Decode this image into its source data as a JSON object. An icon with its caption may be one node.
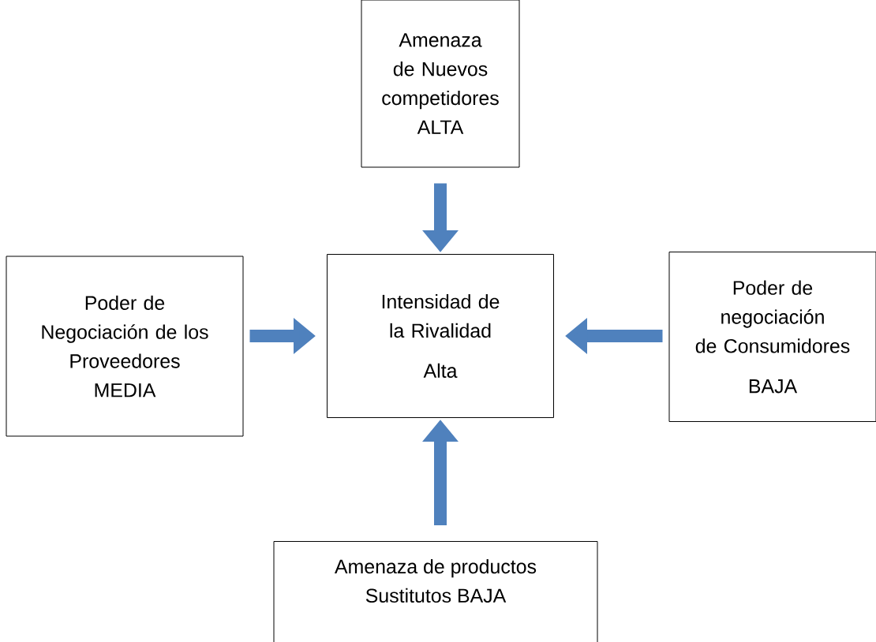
{
  "diagram": {
    "nodes": [
      {
        "text": [
          "Amenaza de Nuevos competidores ALTA"
        ]
      },
      {
        "text": [
          "Poder de Negociación de los Proveedores MEDIA"
        ]
      },
      {
        "text": [
          "Intensidad de la Rivalidad",
          "Alta"
        ]
      },
      {
        "text": [
          "Poder de negociación de Consumidores",
          "BAJA"
        ]
      },
      {
        "text": [
          "Amenaza de productos Sustitutos BAJA"
        ]
      }
    ],
    "edges": [
      {
        "from": 0,
        "to": 2,
        "arrow": "to"
      },
      {
        "from": 1,
        "to": 2,
        "arrow": "to"
      },
      {
        "from": 3,
        "to": 2,
        "arrow": "to"
      },
      {
        "from": 4,
        "to": 2,
        "arrow": "to"
      }
    ]
  }
}
